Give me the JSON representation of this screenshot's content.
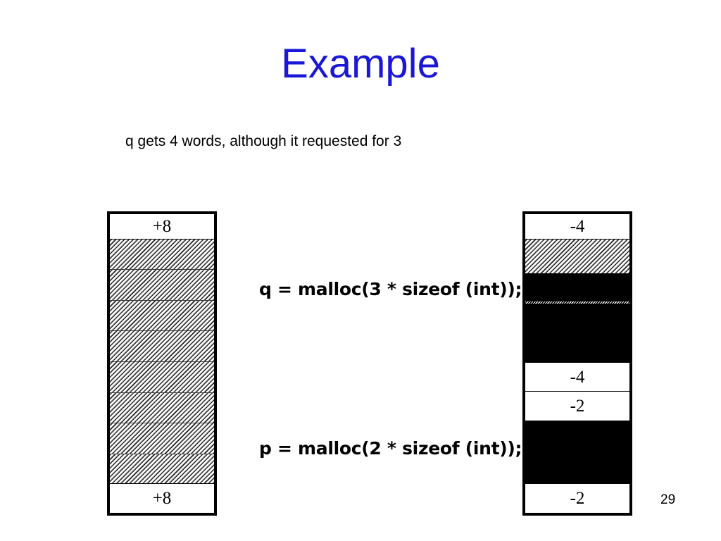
{
  "slide": {
    "title": "Example",
    "note": "q gets 4 words, although it requested for 3",
    "number": "29",
    "accent_color": "#1a17d6",
    "background_color": "#ffffff"
  },
  "code": {
    "line_q": "q = malloc(3 * sizeof (int));",
    "line_p": "p = malloc(2 * sizeof (int));"
  },
  "left_block": {
    "name": "free-heap-block",
    "header_label": "+8",
    "footer_label": "+8",
    "hatched_cell_count": 8,
    "cells": [
      {
        "label": "+8",
        "fill": "white"
      },
      {
        "label": "",
        "fill": "hatch"
      },
      {
        "label": "",
        "fill": "hatch"
      },
      {
        "label": "",
        "fill": "hatch"
      },
      {
        "label": "",
        "fill": "hatch"
      },
      {
        "label": "",
        "fill": "hatch"
      },
      {
        "label": "",
        "fill": "hatch"
      },
      {
        "label": "",
        "fill": "hatch"
      },
      {
        "label": "",
        "fill": "hatch"
      },
      {
        "label": "+8",
        "fill": "white"
      }
    ]
  },
  "right_block": {
    "name": "allocated-heap-block",
    "cells": [
      {
        "label": "-4",
        "fill": "white"
      },
      {
        "label": "",
        "fill": "hatch"
      },
      {
        "label": "",
        "fill": "black"
      },
      {
        "label": "",
        "fill": "black"
      },
      {
        "label": "-4",
        "fill": "white"
      },
      {
        "label": "-2",
        "fill": "white"
      },
      {
        "label": "",
        "fill": "black"
      },
      {
        "label": "-2",
        "fill": "white"
      }
    ]
  }
}
